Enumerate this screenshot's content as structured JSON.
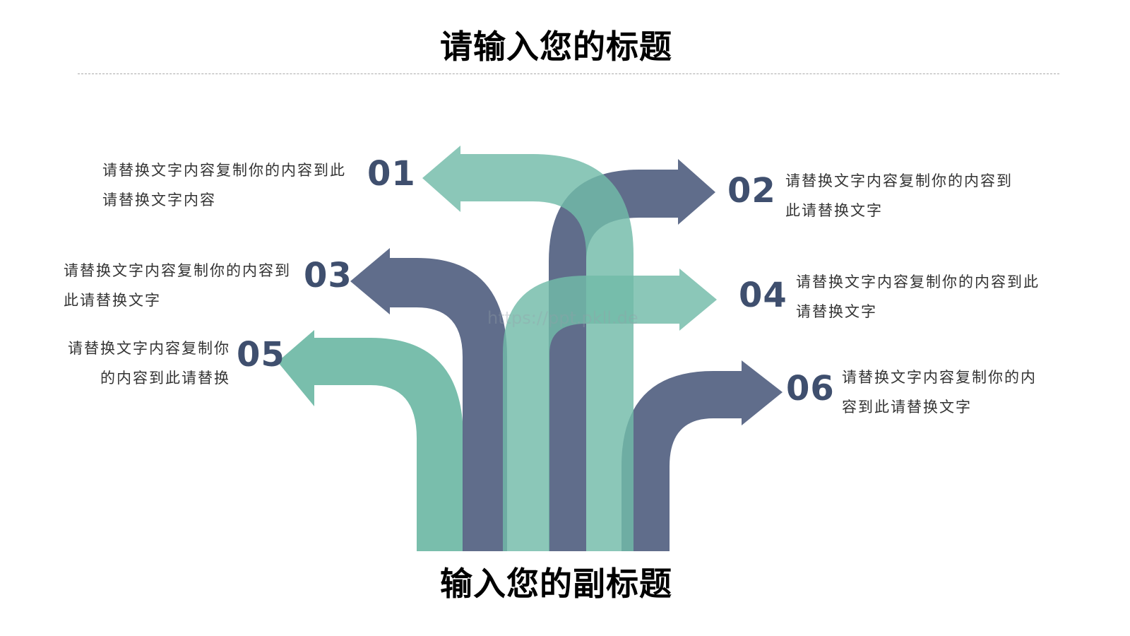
{
  "title": "请输入您的标题",
  "subtitle": "输入您的副标题",
  "watermark": "https://ppt.pkll.de",
  "colors": {
    "green": "#72bba8",
    "navy": "#5b6887",
    "number": "#3f4f6e",
    "text": "#333333"
  },
  "items": [
    {
      "num": "01",
      "lines": [
        "请替换文字内容复制你的内容到此",
        "请替换文字内容"
      ]
    },
    {
      "num": "02",
      "lines": [
        "请替换文字内容复制你的内容到",
        "此请替换文字"
      ]
    },
    {
      "num": "03",
      "lines": [
        "请替换文字内容复制你的内容到",
        "此请替换文字"
      ]
    },
    {
      "num": "04",
      "lines": [
        "请替换文字内容复制你的内容到此",
        "请替换文字"
      ]
    },
    {
      "num": "05",
      "lines": [
        "请替换文字内容复制你",
        "的内容到此请替换"
      ]
    },
    {
      "num": "06",
      "lines": [
        "请替换文字内容复制你的内",
        "容到此请替换文字"
      ]
    }
  ]
}
